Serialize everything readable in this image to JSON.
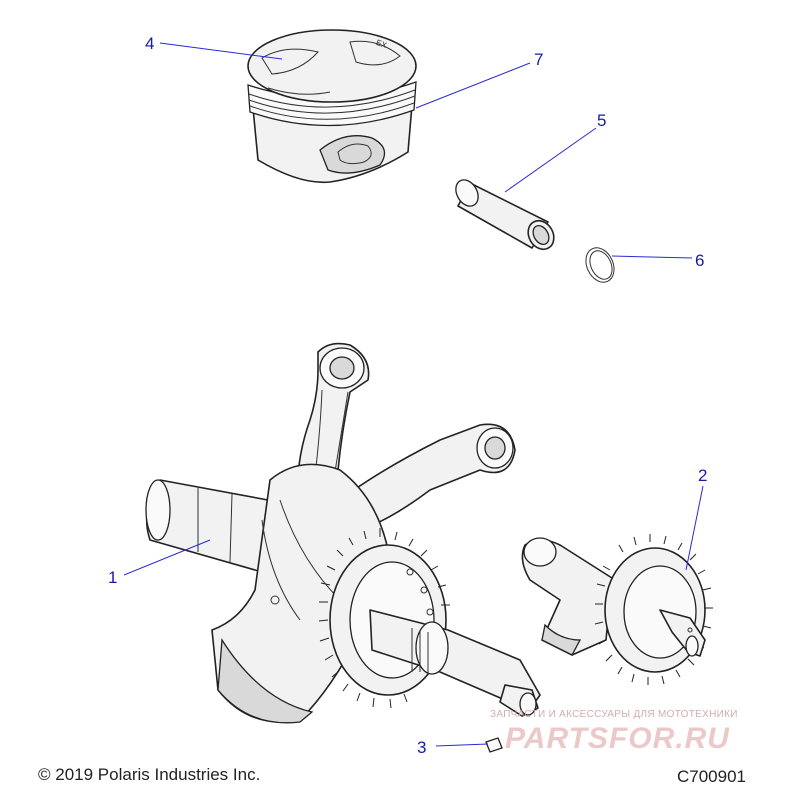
{
  "callouts": [
    {
      "label": "1",
      "part": "crankshaft-and-connecting-rod"
    },
    {
      "label": "2",
      "part": "balance-shaft-gear"
    },
    {
      "label": "3",
      "part": "woodruff-key"
    },
    {
      "label": "4",
      "part": "piston"
    },
    {
      "label": "5",
      "part": "piston-pin"
    },
    {
      "label": "6",
      "part": "piston-pin-circlip"
    },
    {
      "label": "7",
      "part": "piston-ring-set"
    }
  ],
  "piston_mark": "EX",
  "footer": {
    "copyright": "© 2019 Polaris Industries Inc.",
    "drawing_code": "C700901"
  },
  "watermark": {
    "tagline": "ЗАПЧАСТИ И АКСЕССУАРЫ ДЛЯ МОТОТЕХНИКИ",
    "logo": "PARTSFOR.RU"
  },
  "colors": {
    "callout": "#1a1aa8",
    "leader_line": "#2b2bd0",
    "linework": "#222222",
    "watermark": "#e9c0c0"
  }
}
